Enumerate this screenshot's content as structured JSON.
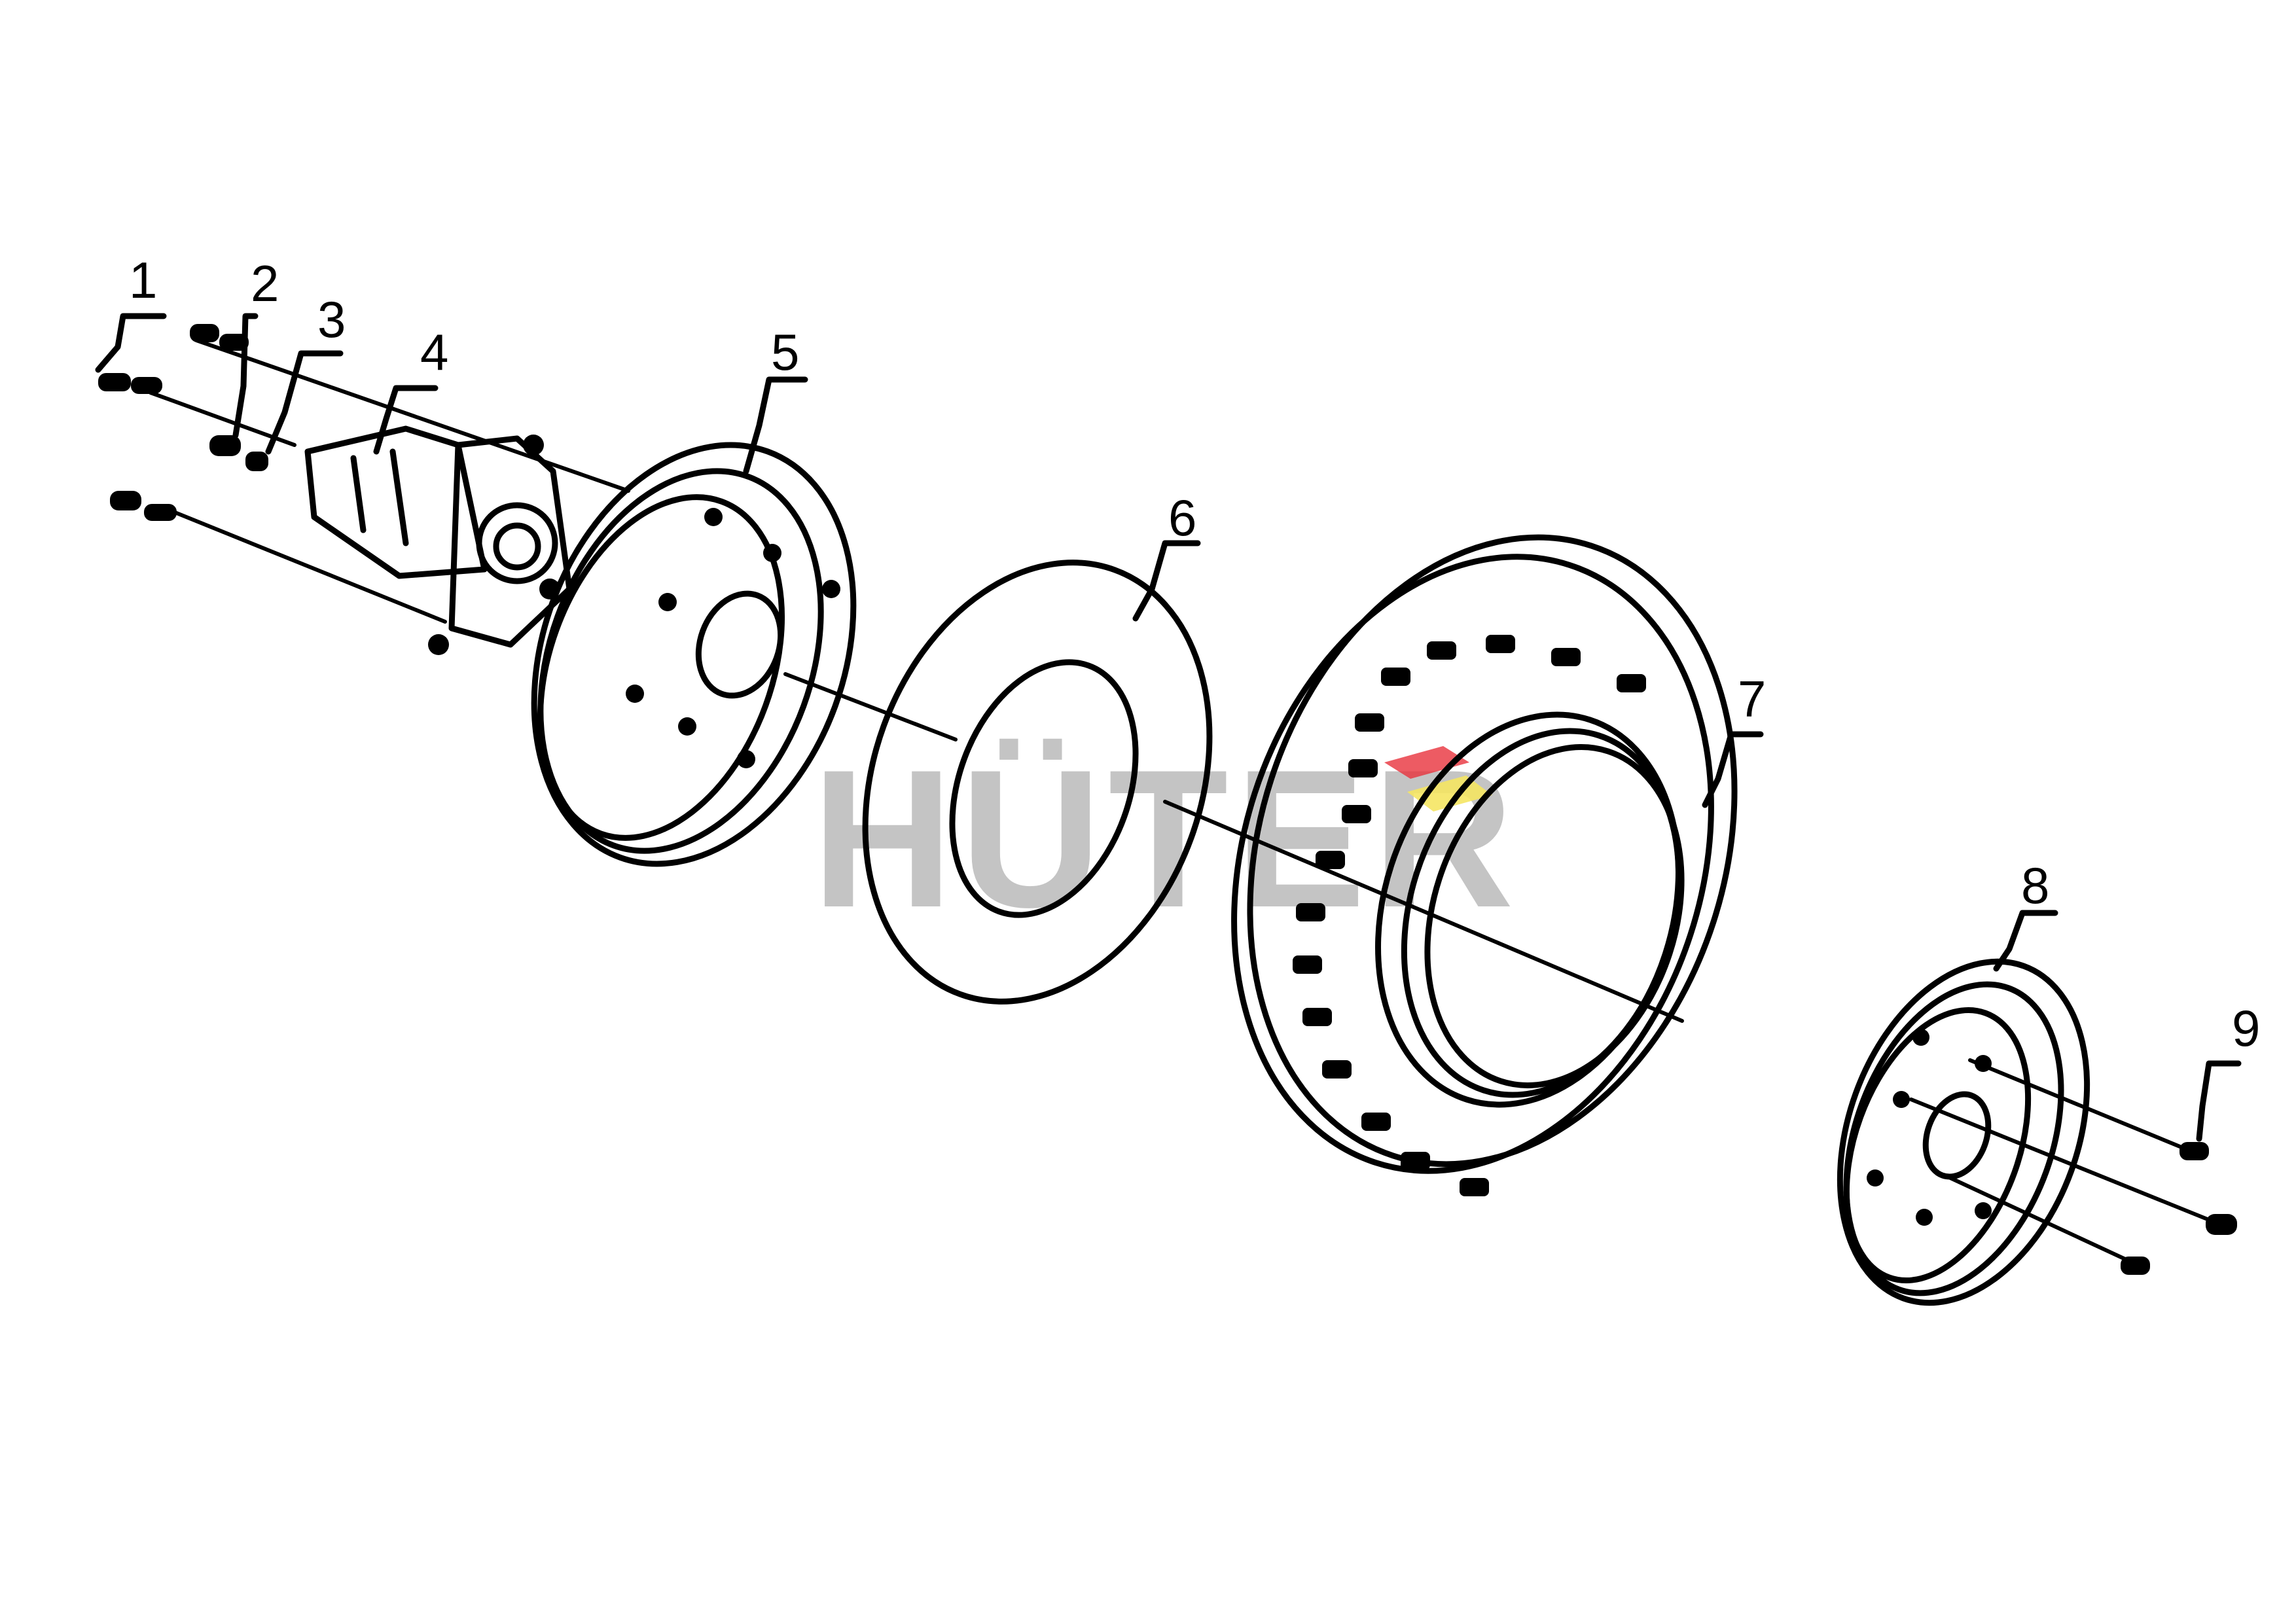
{
  "diagram": {
    "watermark": "HÜTER",
    "brand_colors": {
      "watermark": "#c4c4c4",
      "logo_red": "#e8323c",
      "logo_yellow": "#f5e663"
    },
    "callouts": [
      {
        "id": "1",
        "label": "1",
        "part": "bolt"
      },
      {
        "id": "2",
        "label": "2",
        "part": "bolt"
      },
      {
        "id": "3",
        "label": "3",
        "part": "nut"
      },
      {
        "id": "4",
        "label": "4",
        "part": "hub"
      },
      {
        "id": "5",
        "label": "5",
        "part": "rim-inner"
      },
      {
        "id": "6",
        "label": "6",
        "part": "inner-tube"
      },
      {
        "id": "7",
        "label": "7",
        "part": "tire"
      },
      {
        "id": "8",
        "label": "8",
        "part": "rim-outer"
      },
      {
        "id": "9",
        "label": "9",
        "part": "bolt"
      }
    ]
  }
}
